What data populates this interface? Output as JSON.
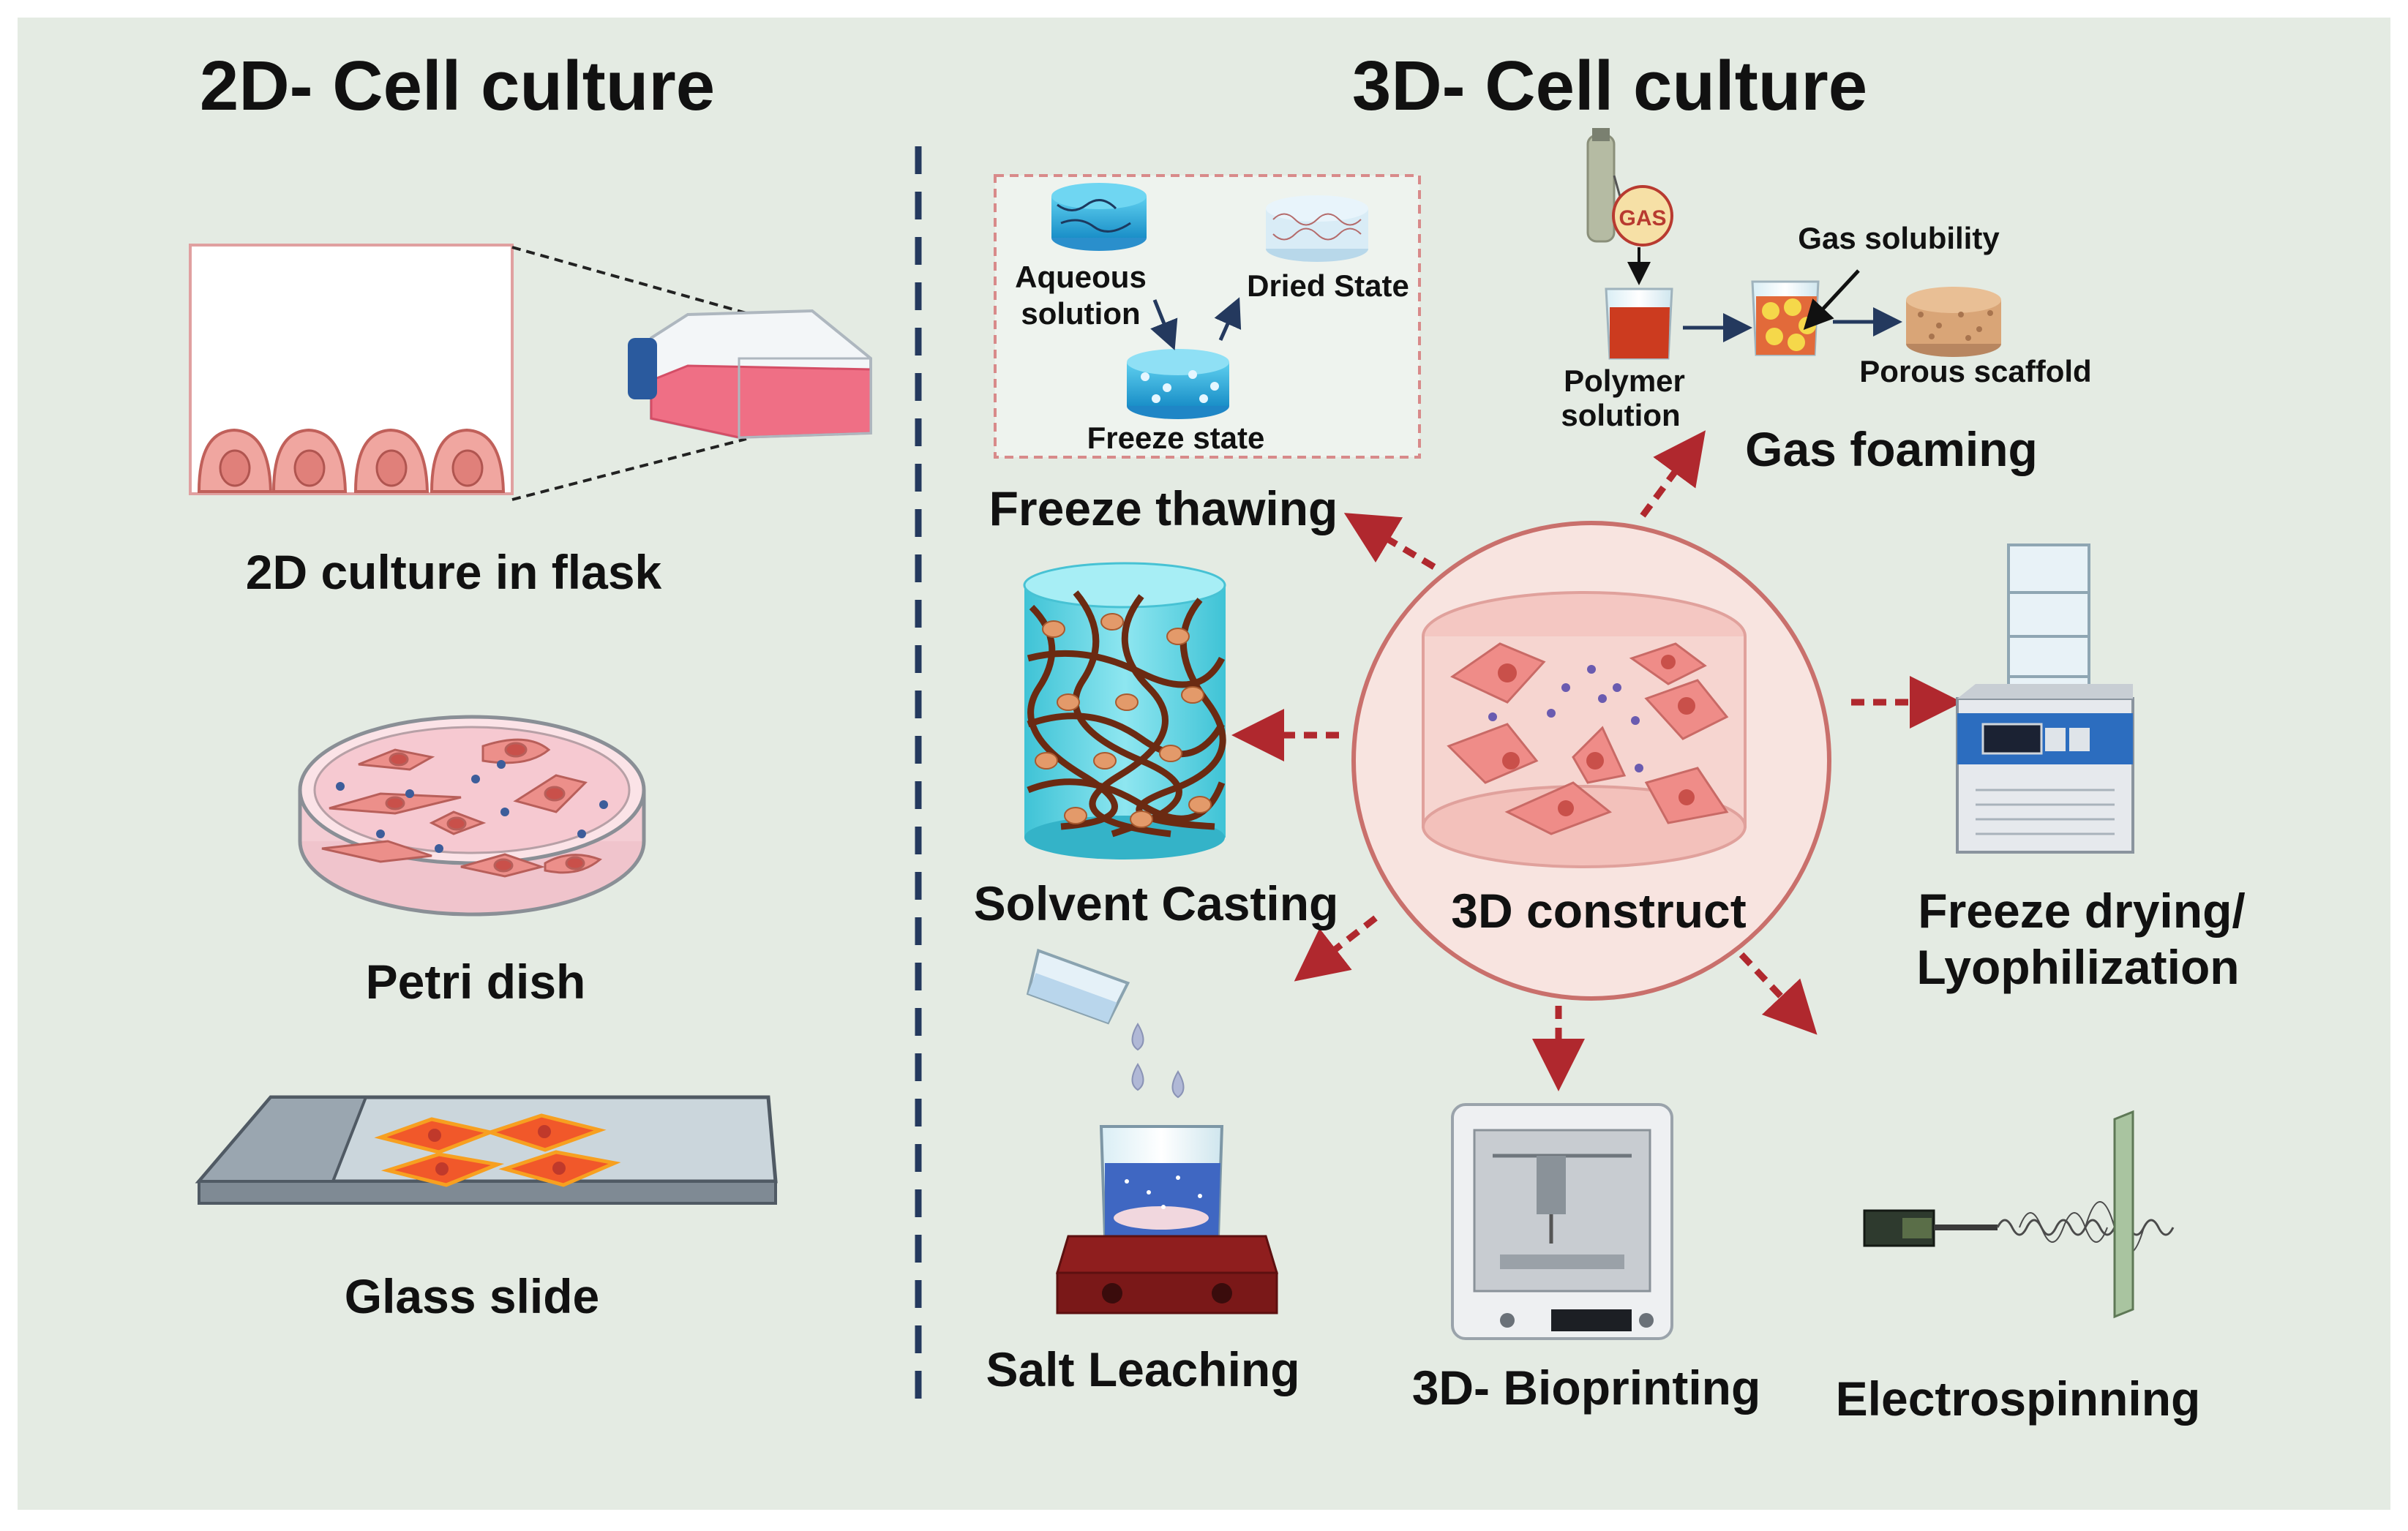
{
  "left": {
    "title": "2D- Cell culture",
    "flask_label": "2D culture in flask",
    "petri_label": "Petri dish",
    "slide_label": "Glass slide"
  },
  "right": {
    "title": "3D- Cell culture",
    "center_label": "3D construct",
    "freeze_thawing": {
      "label": "Freeze thawing",
      "aqueous": "Aqueous",
      "solution": "solution",
      "dried": "Dried State",
      "freeze": "Freeze state"
    },
    "gas_foaming": {
      "label": "Gas foaming",
      "gas": "GAS",
      "solubility": "Gas solubility",
      "polymer": "Polymer",
      "solution": "solution",
      "porous": "Porous scaffold"
    },
    "solvent_casting": "Solvent Casting",
    "freeze_drying_1": "Freeze drying/",
    "freeze_drying_2": "Lyophilization",
    "salt_leaching": "Salt Leaching",
    "bioprinting": "3D- Bioprinting",
    "electrospinning": "Electrospinning"
  },
  "colors": {
    "panel": "#e4ebe3",
    "divider": "#24395e",
    "arrow": "#b0282e",
    "cell": "#e98d8a",
    "construct": "#f6dcd8"
  }
}
